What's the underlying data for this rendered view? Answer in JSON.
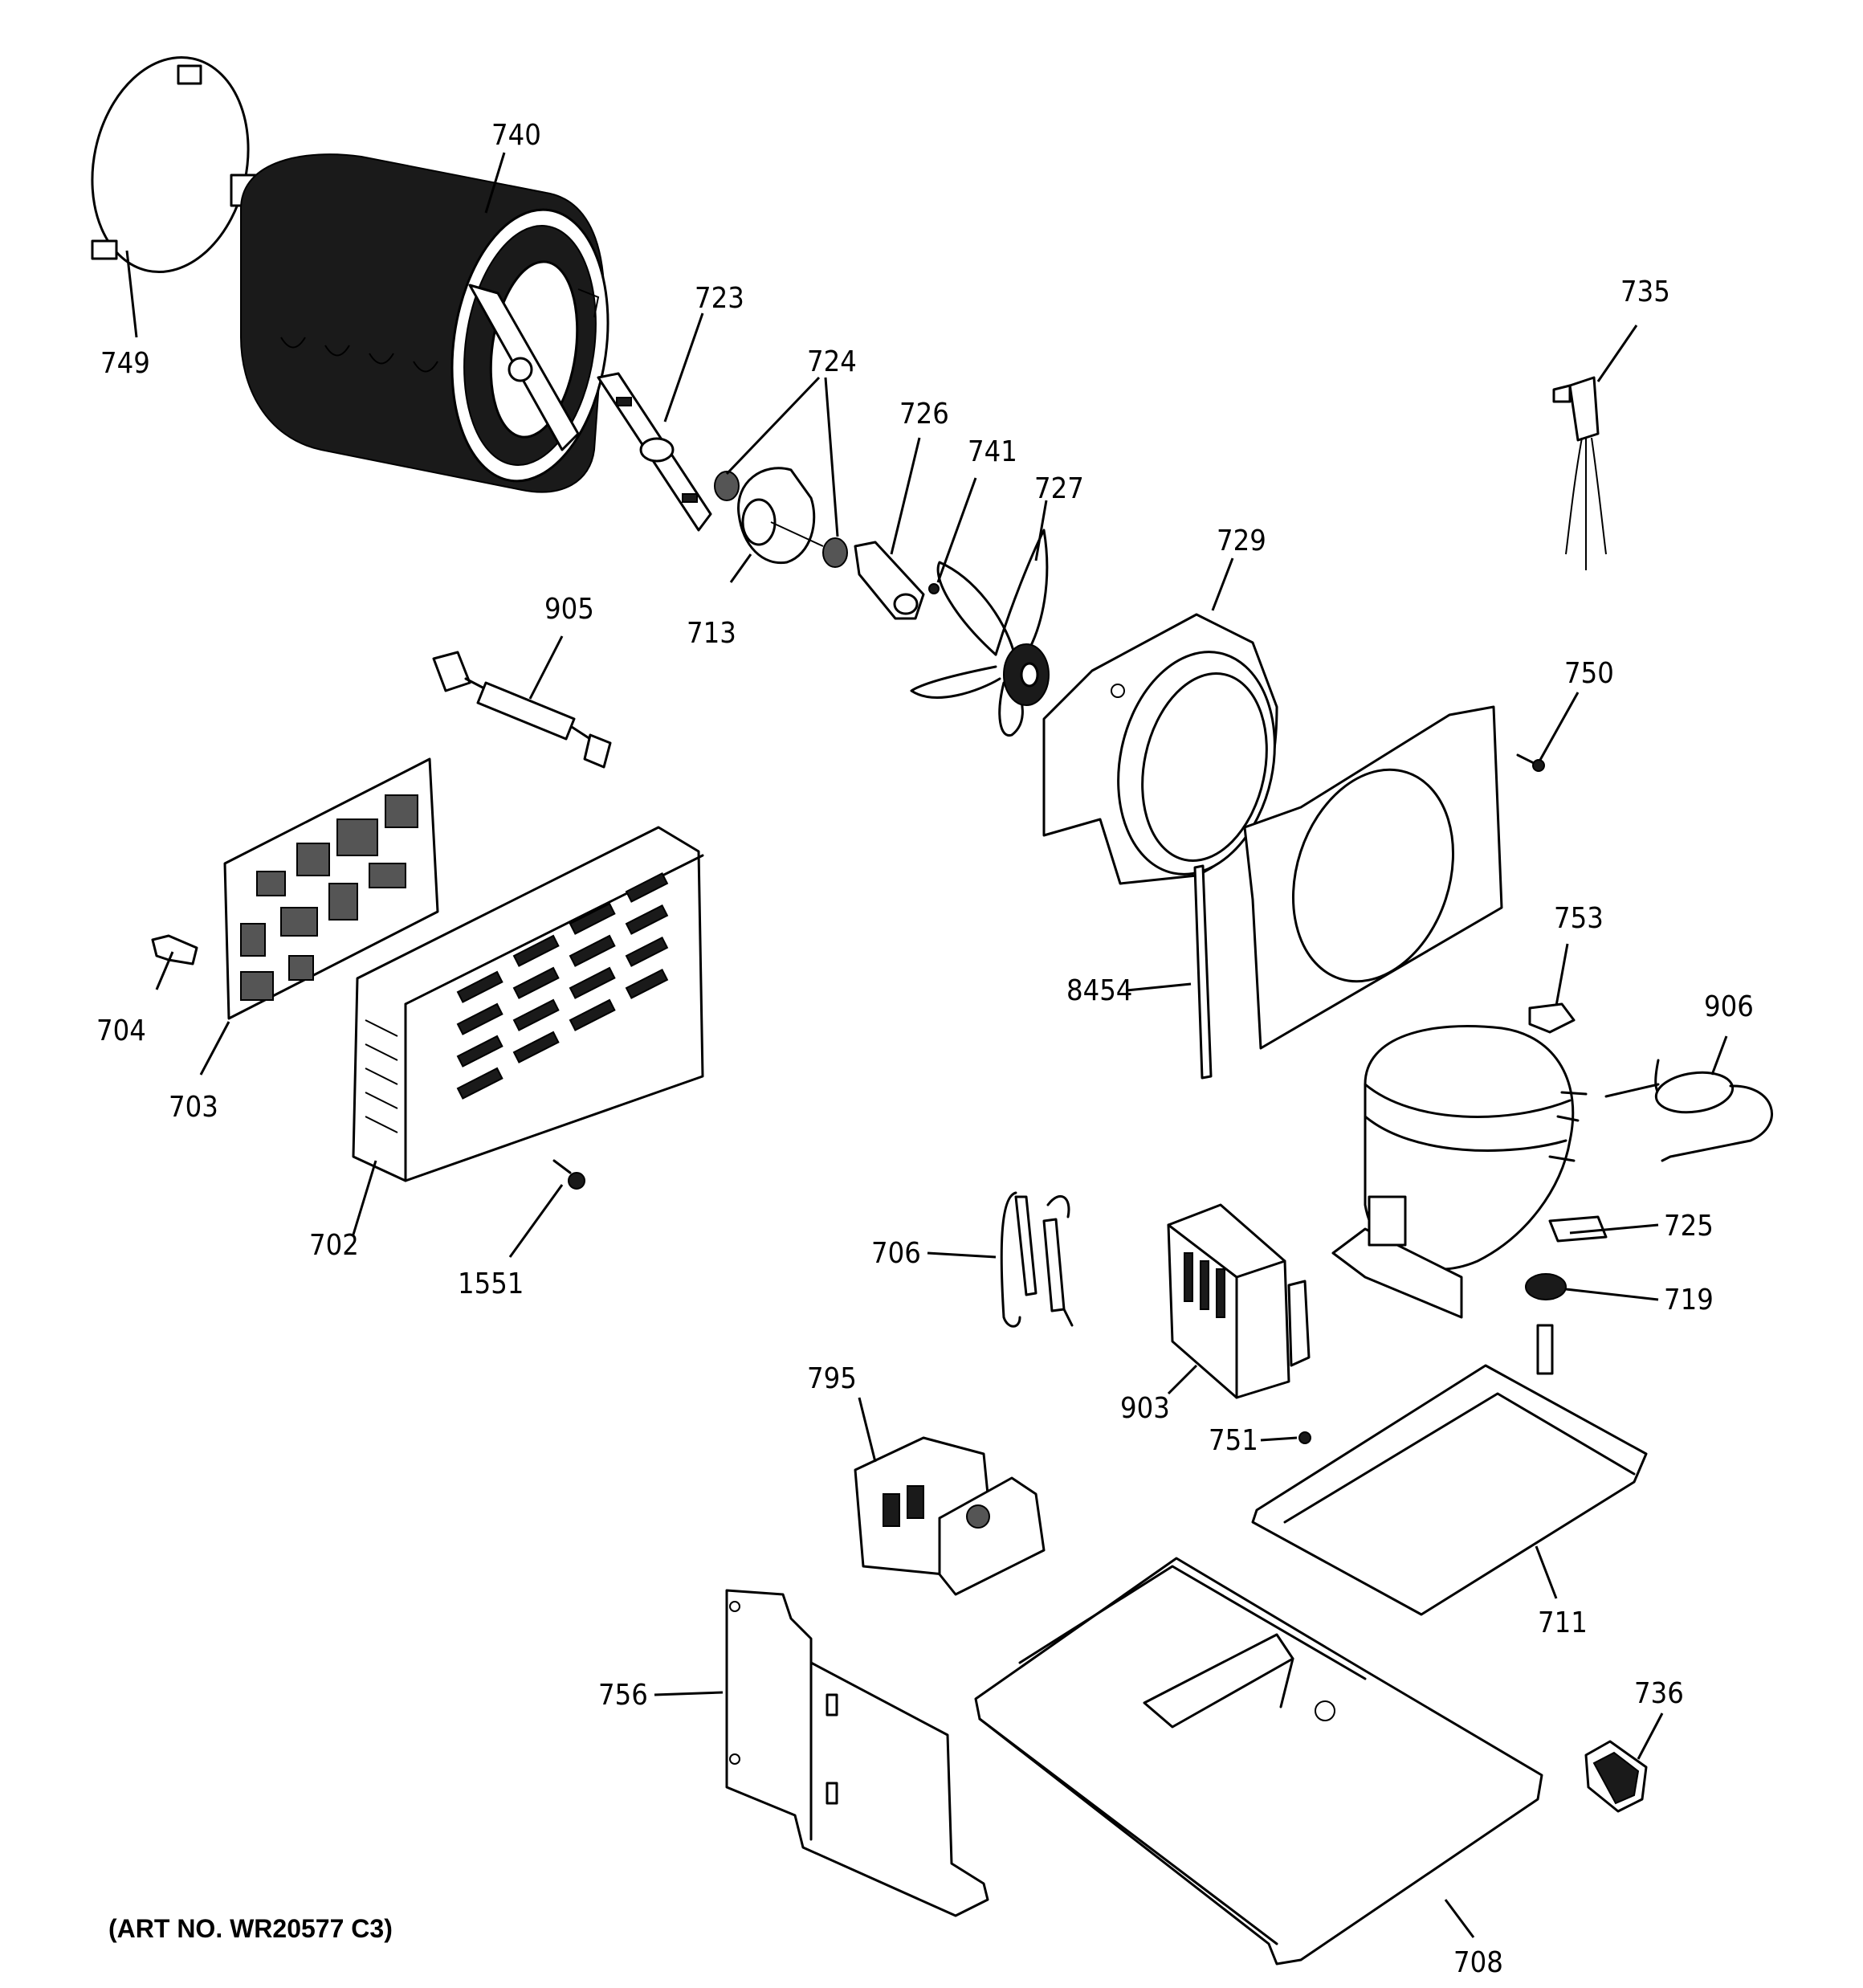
{
  "caption": "(ART NO. WR20577 C3)",
  "callouts": {
    "p740": "740",
    "p749": "749",
    "p723": "723",
    "p724": "724",
    "p735": "735",
    "p726": "726",
    "p741": "741",
    "p727": "727",
    "p713": "713",
    "p729": "729",
    "p905": "905",
    "p750": "750",
    "p753": "753",
    "p906": "906",
    "p8454": "8454",
    "p704": "704",
    "p703": "703",
    "p702": "702",
    "p1551": "1551",
    "p706": "706",
    "p725": "725",
    "p719": "719",
    "p903": "903",
    "p795": "795",
    "p751": "751",
    "p711": "711",
    "p736": "736",
    "p756": "756",
    "p708": "708"
  }
}
